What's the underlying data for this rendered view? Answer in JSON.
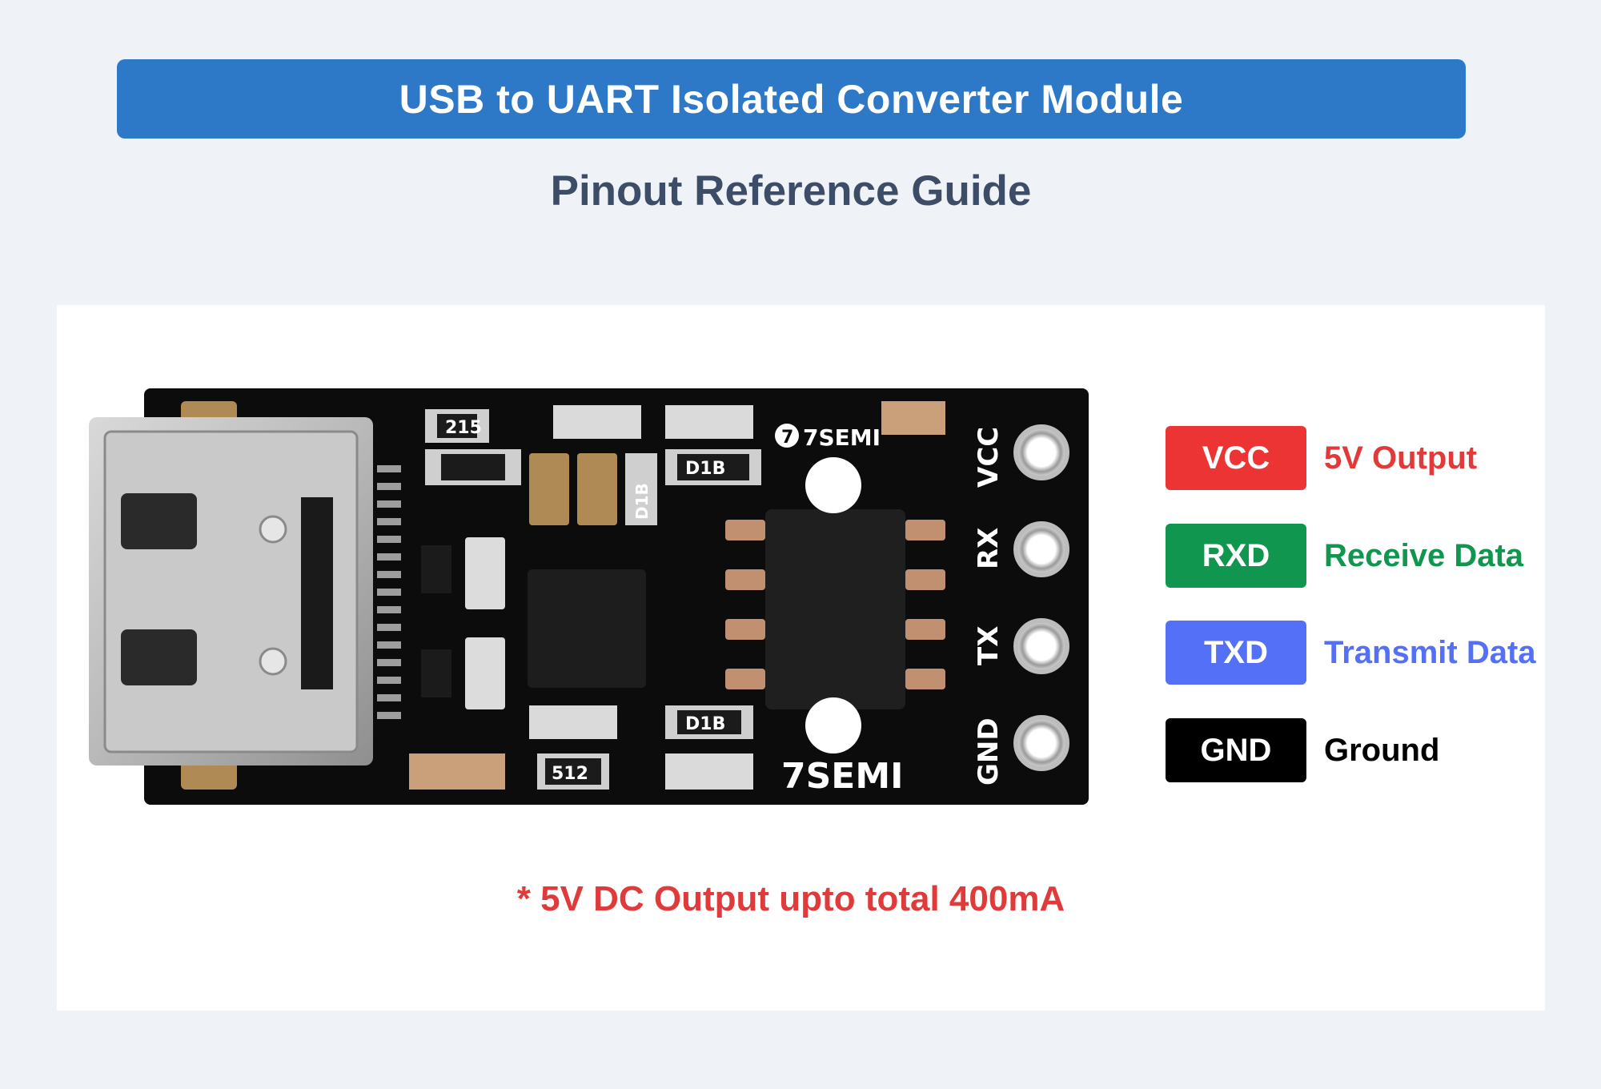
{
  "header": {
    "title": "USB to UART Isolated Converter Module",
    "subtitle": "Pinout Reference Guide"
  },
  "board": {
    "brand_top": "7SEMI",
    "brand_bottom": "7SEMI",
    "silk_labels": [
      "VCC",
      "RX",
      "TX",
      "GND"
    ],
    "component_codes": [
      "215",
      "D1B",
      "D1B",
      "D1B",
      "512"
    ]
  },
  "pins": [
    {
      "label": "VCC",
      "description": "5V Output",
      "badge_color": "#ec3434",
      "text_color": "#e03a3a"
    },
    {
      "label": "RXD",
      "description": "Receive Data",
      "badge_color": "#11964f",
      "text_color": "#11964f"
    },
    {
      "label": "TXD",
      "description": "Transmit Data",
      "badge_color": "#5470f6",
      "text_color": "#5470f6"
    },
    {
      "label": "GND",
      "description": "Ground",
      "badge_color": "#000000",
      "text_color": "#000000"
    }
  ],
  "footnote": "* 5V DC Output upto total 400mA"
}
